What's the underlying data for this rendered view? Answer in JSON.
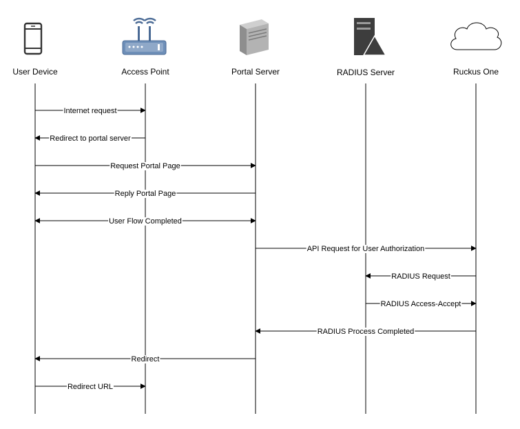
{
  "actors": [
    {
      "id": "user",
      "label": "User Device",
      "icon": "smartphone-icon"
    },
    {
      "id": "ap",
      "label": "Access Point",
      "icon": "wifi-router-icon"
    },
    {
      "id": "portal",
      "label": "Portal Server",
      "icon": "server-tower-icon"
    },
    {
      "id": "radius",
      "label": "RADIUS Server",
      "icon": "server-warning-icon"
    },
    {
      "id": "ruckus",
      "label": "Ruckus One",
      "icon": "cloud-icon"
    }
  ],
  "messages": [
    {
      "from": "user",
      "to": "ap",
      "label": "Internet request",
      "bidirectional": false
    },
    {
      "from": "ap",
      "to": "user",
      "label": "Redirect to portal server",
      "bidirectional": false
    },
    {
      "from": "user",
      "to": "portal",
      "label": "Request Portal Page",
      "bidirectional": false
    },
    {
      "from": "portal",
      "to": "user",
      "label": "Reply Portal Page",
      "bidirectional": false
    },
    {
      "from": "user",
      "to": "portal",
      "label": "User Flow Completed",
      "bidirectional": true
    },
    {
      "from": "portal",
      "to": "ruckus",
      "label": "API Request for User Authorization",
      "bidirectional": false
    },
    {
      "from": "ruckus",
      "to": "radius",
      "label": "RADIUS Request",
      "bidirectional": false
    },
    {
      "from": "radius",
      "to": "ruckus",
      "label": "RADIUS Access-Accept",
      "bidirectional": false
    },
    {
      "from": "ruckus",
      "to": "portal",
      "label": "RADIUS Process Completed",
      "bidirectional": false
    },
    {
      "from": "portal",
      "to": "user",
      "label": "Redirect",
      "bidirectional": false
    },
    {
      "from": "user",
      "to": "ap",
      "label": "Redirect URL",
      "bidirectional": false
    }
  ]
}
